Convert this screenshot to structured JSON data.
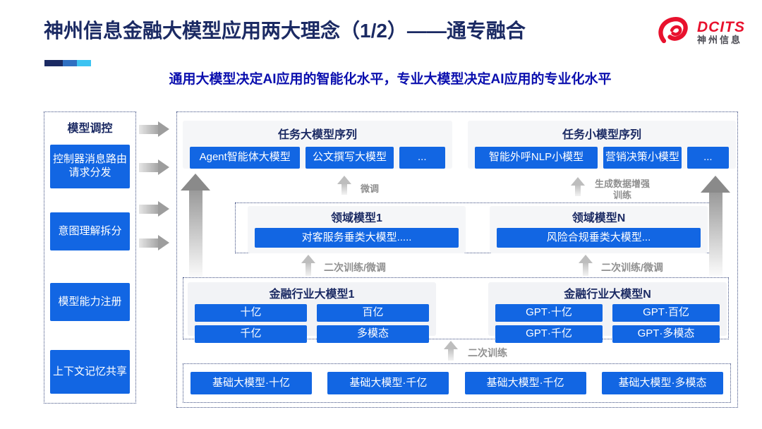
{
  "header": {
    "title": "神州信息金融大模型应用两大理念（1/2）——通专融合",
    "subtitle": "通用大模型决定AI应用的智能化水平，专业大模型决定AI应用的专业化水平",
    "logo": {
      "name": "DCITS",
      "company": "神州信息"
    }
  },
  "colors": {
    "accent_blue": "#1266e3",
    "title_navy": "#1b2a63",
    "subtitle_blue": "#0b0fae",
    "logo_red": "#e8112d",
    "arrow_gray": "#9d9d9d",
    "bar_segments": [
      "#1b2a63",
      "#2f6fc1",
      "#3cc3f2"
    ]
  },
  "sidebar": {
    "title": "模型调控",
    "items": [
      "控制器消息路由请求分发",
      "意图理解拆分",
      "模型能力注册",
      "上下文记忆共享"
    ]
  },
  "diagram": {
    "task_large": {
      "title": "任务大模型序列",
      "items": [
        "Agent智能体大模型",
        "公文撰写大模型",
        "..."
      ]
    },
    "task_small": {
      "title": "任务小模型序列",
      "items": [
        "智能外呼NLP小模型",
        "营销决策小模型",
        "..."
      ]
    },
    "labels": {
      "finetune": "微调",
      "gen_data": "生成数据增强训练",
      "secondary_left": "二次训练/微调",
      "secondary_right": "二次训练/微调",
      "secondary_training": "二次训练"
    },
    "domain": {
      "groups": [
        {
          "title": "领域模型1",
          "item": "对客服务垂类大模型....."
        },
        {
          "title": "领域模型N",
          "item": "风险合规垂类大模型..."
        }
      ]
    },
    "industry": {
      "groups": [
        {
          "title": "金融行业大模型1",
          "items": [
            "十亿",
            "百亿",
            "千亿",
            "多模态"
          ]
        },
        {
          "title": "金融行业大模型N",
          "items": [
            "GPT·十亿",
            "GPT·百亿",
            "GPT·千亿",
            "GPT·多模态"
          ]
        }
      ]
    },
    "base": {
      "items": [
        "基础大模型·十亿",
        "基础大模型·千亿",
        "基础大模型·千亿",
        "基础大模型·多模态"
      ]
    }
  }
}
